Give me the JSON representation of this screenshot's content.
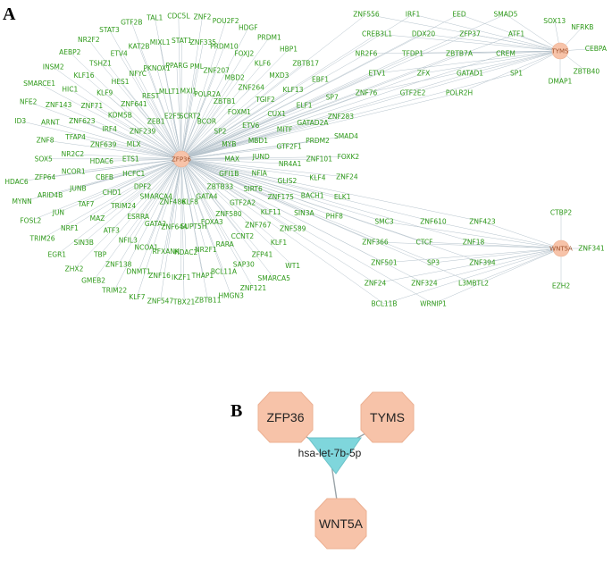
{
  "panels": {
    "a": "A",
    "b": "B"
  },
  "colors": {
    "tf_text": "#2f9a1a",
    "hub_fill": "#f7c3a9",
    "mirna_fill": "#7fd6dc",
    "edge": "#b6c3cc"
  },
  "hubs": [
    {
      "id": "ZFP36",
      "label": "ZFP36"
    },
    {
      "id": "TYMS",
      "label": "TYMS"
    },
    {
      "id": "WNT5A",
      "label": "WNT5A"
    }
  ],
  "panel_b": {
    "mirna": "hsa-let-7b-5p",
    "genes": [
      "ZFP36",
      "TYMS",
      "WNT5A"
    ]
  },
  "tf_groups": {
    "ZFP36": [
      "MAX",
      "GFI1B",
      "ZBTB33",
      "GATA4",
      "KLF8",
      "ZNF486",
      "SMARCA4",
      "DPF2",
      "HCFC1",
      "ETS1",
      "MLX",
      "ZNF239",
      "ZEB1",
      "E2F5",
      "SCRT2",
      "BCOR",
      "SP2",
      "MYB",
      "NFIA",
      "SIRT6",
      "GTF2A2",
      "ZNF580",
      "FOXA3",
      "SUPT5H",
      "ZNF644",
      "GATA2",
      "ESRRA",
      "TRIM24",
      "CHD1",
      "CBFB",
      "HDAC6",
      "ZNF639",
      "IRF4",
      "KDM5B",
      "ZNF641",
      "REST",
      "MLLT1",
      "MXI1",
      "POLR2A",
      "ZBTB1",
      "FOXM1",
      "ETV6",
      "MBD1",
      "JUND",
      "ZNF175",
      "KLF11",
      "ZNF767",
      "CCNT2",
      "RARA",
      "NR2F1",
      "HDAC2",
      "RFXANK",
      "NCOA1",
      "NFIL3",
      "ATF3",
      "MAZ",
      "TAF7",
      "JUNB",
      "NCOR1",
      "NR2C2",
      "TFAP4",
      "ZNF623",
      "ZNF71",
      "KLF9",
      "HES1",
      "NFYC",
      "PKNOX1",
      "PPARG",
      "PML",
      "ZNF207",
      "MBD2",
      "ZNF264",
      "TGIF2",
      "CUX1",
      "MITF",
      "GTF2F1",
      "NR4A1",
      "GLIS2",
      "ZNF589",
      "KLF1",
      "ZFP41",
      "SAP30",
      "BCL11A",
      "THAP1",
      "IKZF1",
      "ZNF16",
      "DNMT1",
      "ZNF138",
      "TBP",
      "SIN3B",
      "NRF1",
      "JUN",
      "ARID4B",
      "ZFP64",
      "SOX5",
      "ZNF8",
      "ARNT",
      "ZNF143",
      "HIC1",
      "KLF16",
      "TSHZ1",
      "ETV4",
      "KAT2B",
      "MIXL1",
      "STAT1",
      "ZNF335",
      "PRDM10",
      "FOXJ2",
      "KLF6",
      "MXD3",
      "KLF13",
      "ELF1",
      "GATAD2A",
      "PRDM2",
      "ZNF101",
      "KLF4",
      "BACH1",
      "SIN3A",
      "WT1",
      "SMARCA5",
      "ZNF121",
      "HMGN3",
      "ZBTB11",
      "TBX21",
      "ZNF547",
      "KLF7",
      "TRIM22",
      "GMEB2",
      "ZHX2",
      "EGR1",
      "TRIM26",
      "FOSL2",
      "MYNN",
      "HDAC6",
      "ID3",
      "NFE2",
      "SMARCE1",
      "INSM2",
      "AEBP2",
      "NR2F2",
      "STAT3",
      "GTF2B",
      "TAL1",
      "CDC5L",
      "ZNF2",
      "POU2F2",
      "HDGF",
      "PRDM1",
      "HBP1",
      "ZBTB17",
      "EBF1",
      "SP7",
      "ZNF283",
      "SMAD4",
      "FOXK2",
      "ZNF24",
      "ELK1",
      "PHF8"
    ],
    "shared_ZFP36_TYMS": [
      "ZNF556",
      "IRF1",
      "EED",
      "SMAD5",
      "CREB3L1",
      "DDX20",
      "ZFP37",
      "ATF1",
      "NR2F6",
      "TFDP1",
      "ZBTB7A",
      "CREM",
      "ETV1",
      "ZFX",
      "GATAD1",
      "SP1",
      "ZNF76",
      "GTF2E2",
      "POLR2H"
    ],
    "TYMS": [
      "SOX13",
      "NFRKB",
      "CEBPA",
      "ZBTB40",
      "DMAP1"
    ],
    "shared_ZFP36_WNT5A": [
      "SMC3",
      "ZNF610",
      "ZNF423",
      "ZNF366",
      "CTCF",
      "ZNF18",
      "ZNF501",
      "SP3",
      "ZNF394",
      "ZNF24",
      "ZNF324",
      "L3MBTL2",
      "BCL11B",
      "WRNIP1"
    ],
    "WNT5A": [
      "CTBP2",
      "ZNF341",
      "EZH2"
    ]
  }
}
